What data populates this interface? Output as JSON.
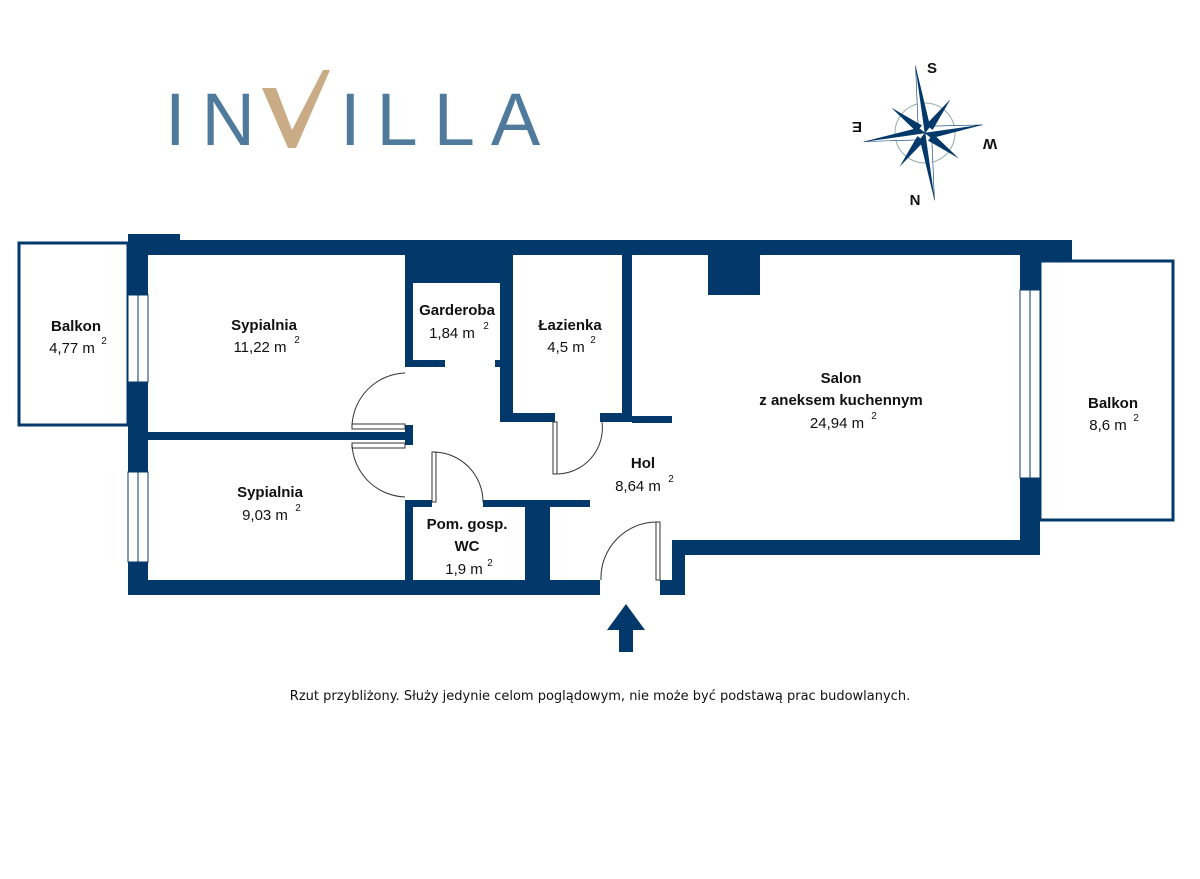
{
  "logo": {
    "text": "INVILLA",
    "colors": {
      "main": "#4f7a9c",
      "accent": "#c9ab85"
    }
  },
  "compass": {
    "labels": {
      "north": "N",
      "south": "S",
      "east": "E",
      "west": "W"
    }
  },
  "colors": {
    "wall": "#03386b"
  },
  "rooms": [
    {
      "name": "Balkon",
      "area": "4,77 m",
      "unit_sup": "2"
    },
    {
      "name": "Sypialnia",
      "area": "11,22 m",
      "unit_sup": "2"
    },
    {
      "name": "Garderoba",
      "area": "1,84 m",
      "unit_sup": "2"
    },
    {
      "name": "Łazienka",
      "area": "4,5 m",
      "unit_sup": "2"
    },
    {
      "name_line1": "Salon",
      "name_line2": "z aneksem kuchennym",
      "area": "24,94 m",
      "unit_sup": "2"
    },
    {
      "name": "Balkon",
      "area": "8,6 m",
      "unit_sup": "2"
    },
    {
      "name": "Sypialnia",
      "area": "9,03 m",
      "unit_sup": "2"
    },
    {
      "name": "Hol",
      "area": "8,64 m",
      "unit_sup": "2"
    },
    {
      "name_line1": "Pom. gosp.",
      "name_line2": "WC",
      "area": "1,9 m",
      "unit_sup": "2"
    }
  ],
  "disclaimer": "Rzut przybliżony. Służy jedynie celom poglądowym, nie może być podstawą prac budowlanych."
}
